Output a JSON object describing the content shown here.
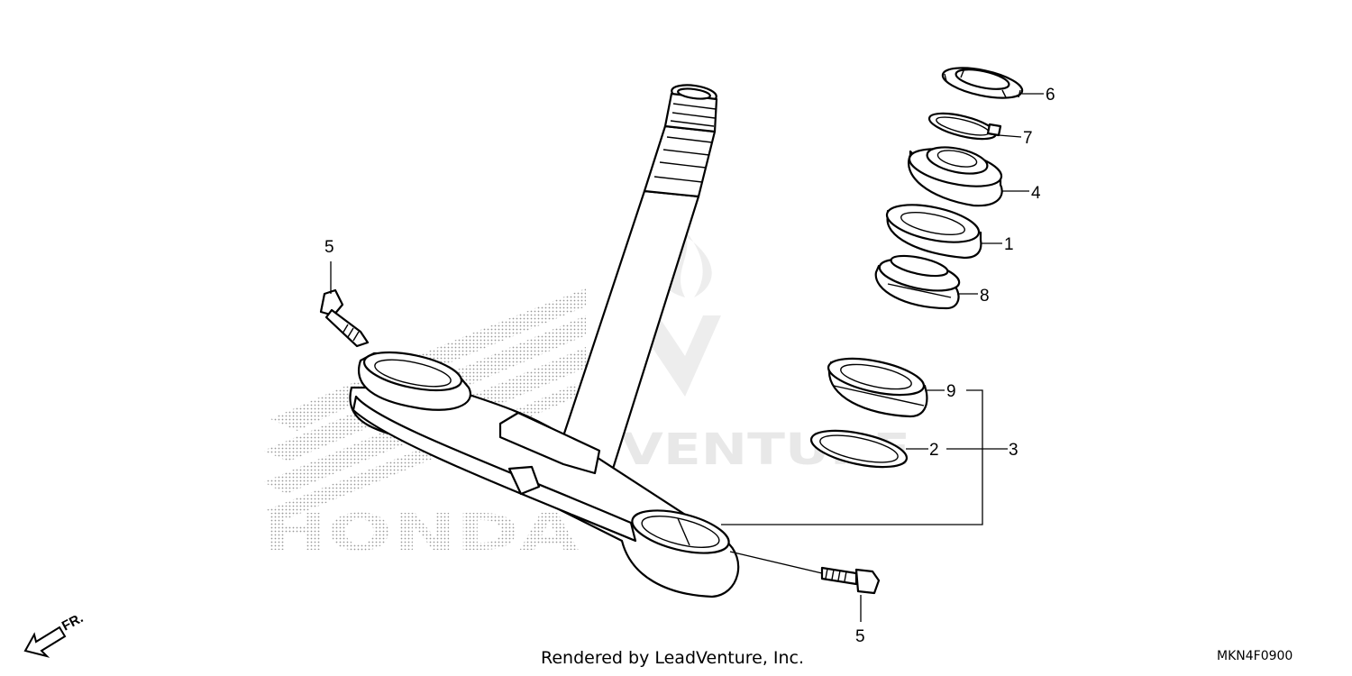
{
  "watermark": {
    "brand": "HONDA",
    "site": "ADVENTURE"
  },
  "callouts": {
    "c1": "1",
    "c2": "2",
    "c3": "3",
    "c4": "4",
    "c5_left": "5",
    "c5_bottom": "5",
    "c6": "6",
    "c7": "7",
    "c8": "8",
    "c9": "9"
  },
  "front_indicator": "FR.",
  "footer": {
    "credit": "Rendered by LeadVenture, Inc.",
    "diagram_code": "MKN4F0900"
  },
  "icons": {
    "front_arrow": "arrow-down-left-icon"
  }
}
